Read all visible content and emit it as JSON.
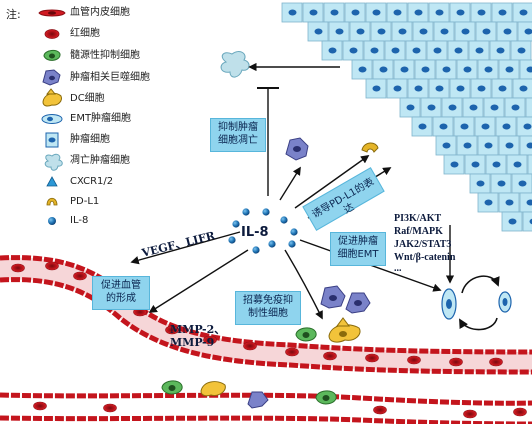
{
  "legend": {
    "prefix": "注:",
    "items": [
      {
        "icon": "vascular-endothelial-cell",
        "label": "血管内皮细胞"
      },
      {
        "icon": "red-blood-cell",
        "label": "红细胞"
      },
      {
        "icon": "mdsc-cell",
        "label": "髓源性抑制细胞"
      },
      {
        "icon": "tam-cell",
        "label": "肿瘤相关巨噬细胞"
      },
      {
        "icon": "dc-cell",
        "label": "DC细胞"
      },
      {
        "icon": "emt-tumor-cell",
        "label": "EMT肿瘤细胞"
      },
      {
        "icon": "tumor-cell",
        "label": "肿瘤细胞"
      },
      {
        "icon": "apoptotic-tumor-cell",
        "label": "凋亡肿瘤细胞"
      },
      {
        "icon": "cxcr-receptor",
        "label": "CXCR1/2"
      },
      {
        "icon": "pd-l1",
        "label": "PD-L1"
      },
      {
        "icon": "il8-molecule",
        "label": "IL-8"
      }
    ]
  },
  "center": {
    "label": "IL-8"
  },
  "boxes": {
    "inhibit_apoptosis": [
      "抑制肿瘤",
      "细胞凋亡"
    ],
    "induce_pdl1": "诱导PD-L1的表达",
    "promote_emt": [
      "促进肿瘤",
      "细胞EMT"
    ],
    "promote_angio": [
      "促进血管",
      "的形成"
    ],
    "recruit_suppressor": [
      "招募免疫抑",
      "制性细胞"
    ]
  },
  "labels": {
    "vegf_lifr": "VEGF、LIFR",
    "mmp": [
      "MMP-2、",
      "MMP-9"
    ]
  },
  "pathways": [
    "PI3K/AKT",
    "Raf/MAPK",
    "JAK2/STAT3",
    "Wnt/β-catenin",
    "..."
  ],
  "colors": {
    "vessel": "#d11a22",
    "vessel_dark": "#8e0e14",
    "tumor_cell": "#bfe7f4",
    "tumor_nucleus": "#1d64ad",
    "box_fill": "#8fd4ee",
    "il8_dot": "#2378b8"
  }
}
